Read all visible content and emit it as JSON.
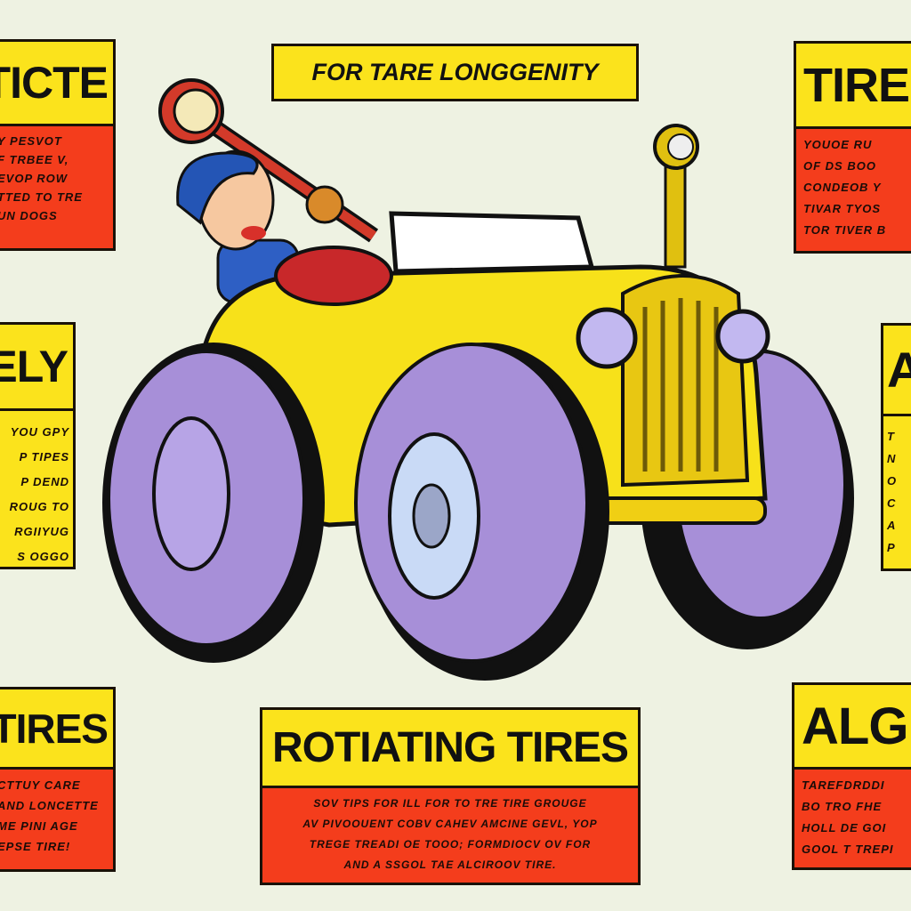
{
  "banner": {
    "text": "FOR TARE LONGGENITY"
  },
  "panels": {
    "top_left": {
      "title": "STICTE",
      "lines": [
        "Y PESVOT",
        "F TRBEE V,",
        "EVOP ROW",
        "TTED TO TRE",
        "UN DOGS"
      ]
    },
    "top_right": {
      "title": "TIRE",
      "lines": [
        "YOUOE RU",
        "OF DS BOO",
        "CONDEOB Y",
        "TIVAR TYOS",
        "TOR TIVER B"
      ]
    },
    "mid_left": {
      "title": "ELY",
      "lines": [
        "YOU GPY",
        "P TIPES",
        "P DEND",
        "ROUG TO",
        "RGIIYUG",
        "S OGGO"
      ]
    },
    "mid_right": {
      "title": "A",
      "lines": [
        "T",
        "N",
        "O",
        "C",
        "A",
        "P"
      ]
    },
    "bottom_left": {
      "title": "TIRES",
      "lines": [
        "CTTUY CARE",
        "AND LONCETTE",
        "ME PINI AGE",
        "EPSE TIRE!"
      ]
    },
    "bottom_center": {
      "title": "ROTIATING TIRES",
      "lines": [
        "SOV TIPS FOR ILL FOR TO TRE TIRE GROUGE",
        "AV PIVOOUENT COBV CAHEV AMCINE GEVL, YOP",
        "TREGE TREADI OE TOOO; FORMDIOCV OV FOR",
        "AND A SSGOL TAE ALCIROOV TIRE."
      ]
    },
    "bottom_right": {
      "title": "ALGN",
      "lines": [
        "TAREFDRDDI",
        "BO TRO FHE",
        "HOLL DE GOI",
        "GOOL T TREPI"
      ]
    }
  },
  "colors": {
    "yellow": "#fbe31c",
    "red": "#f43d1c",
    "tire": "#a78fd8",
    "car": "#f7e11a",
    "background": "#eef2e2"
  }
}
